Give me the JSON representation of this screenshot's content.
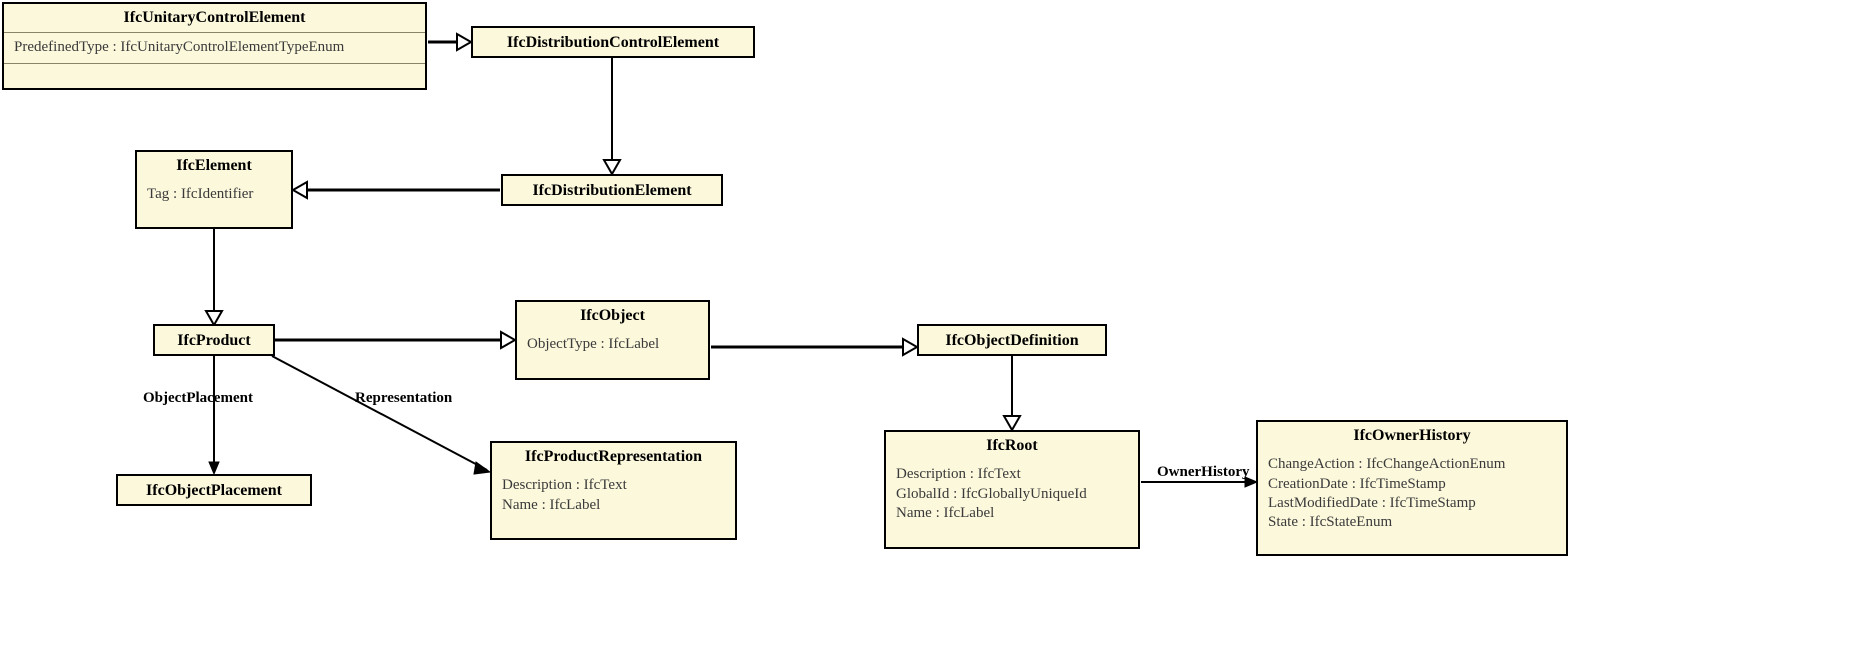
{
  "diagram": {
    "type": "uml-class-diagram",
    "title": "IFC Unitary Control Element inheritance hierarchy",
    "palette": {
      "class_fill": "#fcf8dc",
      "class_border": "#000000",
      "compartment_separator": "#8a8468",
      "edge_color": "#000000",
      "background": "#ffffff",
      "attribute_text": "#3a3a3a"
    },
    "classes": [
      {
        "id": "IfcUnitaryControlElement",
        "name": "IfcUnitaryControlElement",
        "attributes": [
          "PredefinedType : IfcUnitaryControlElementTypeEnum"
        ],
        "has_operations_compartment": true
      },
      {
        "id": "IfcDistributionControlElement",
        "name": "IfcDistributionControlElement",
        "attributes": [],
        "has_operations_compartment": false
      },
      {
        "id": "IfcDistributionElement",
        "name": "IfcDistributionElement",
        "attributes": [],
        "has_operations_compartment": false
      },
      {
        "id": "IfcElement",
        "name": "IfcElement",
        "attributes": [
          "Tag : IfcIdentifier"
        ],
        "has_operations_compartment": true
      },
      {
        "id": "IfcProduct",
        "name": "IfcProduct",
        "attributes": [],
        "has_operations_compartment": false
      },
      {
        "id": "IfcObject",
        "name": "IfcObject",
        "attributes": [
          "ObjectType : IfcLabel"
        ],
        "has_operations_compartment": true
      },
      {
        "id": "IfcObjectDefinition",
        "name": "IfcObjectDefinition",
        "attributes": [],
        "has_operations_compartment": false
      },
      {
        "id": "IfcObjectPlacement",
        "name": "IfcObjectPlacement",
        "attributes": [],
        "has_operations_compartment": false
      },
      {
        "id": "IfcProductRepresentation",
        "name": "IfcProductRepresentation",
        "attributes": [
          "Description : IfcText",
          "Name : IfcLabel"
        ],
        "has_operations_compartment": true
      },
      {
        "id": "IfcRoot",
        "name": "IfcRoot",
        "attributes": [
          "Description : IfcText",
          "GlobalId : IfcGloballyUniqueId",
          "Name : IfcLabel"
        ],
        "has_operations_compartment": true
      },
      {
        "id": "IfcOwnerHistory",
        "name": "IfcOwnerHistory",
        "attributes": [
          "ChangeAction : IfcChangeActionEnum",
          "CreationDate : IfcTimeStamp",
          "LastModifiedDate : IfcTimeStamp",
          "State : IfcStateEnum"
        ],
        "has_operations_compartment": true
      }
    ],
    "relationships": [
      {
        "id": "rel-unitary-to-distctrl",
        "from": "IfcUnitaryControlElement",
        "to": "IfcDistributionControlElement",
        "kind": "generalization",
        "label": ""
      },
      {
        "id": "rel-distctrl-to-distelem",
        "from": "IfcDistributionControlElement",
        "to": "IfcDistributionElement",
        "kind": "generalization",
        "label": ""
      },
      {
        "id": "rel-distelem-to-element",
        "from": "IfcDistributionElement",
        "to": "IfcElement",
        "kind": "generalization",
        "label": ""
      },
      {
        "id": "rel-element-to-product",
        "from": "IfcElement",
        "to": "IfcProduct",
        "kind": "generalization",
        "label": ""
      },
      {
        "id": "rel-product-to-object",
        "from": "IfcProduct",
        "to": "IfcObject",
        "kind": "generalization",
        "label": ""
      },
      {
        "id": "rel-object-to-objectdef",
        "from": "IfcObject",
        "to": "IfcObjectDefinition",
        "kind": "generalization",
        "label": ""
      },
      {
        "id": "rel-objectdef-to-root",
        "from": "IfcObjectDefinition",
        "to": "IfcRoot",
        "kind": "generalization",
        "label": ""
      },
      {
        "id": "rel-product-objectplacement",
        "from": "IfcProduct",
        "to": "IfcObjectPlacement",
        "kind": "association",
        "label": "ObjectPlacement"
      },
      {
        "id": "rel-product-representation",
        "from": "IfcProduct",
        "to": "IfcProductRepresentation",
        "kind": "association",
        "label": "Representation"
      },
      {
        "id": "rel-root-ownerhistory",
        "from": "IfcRoot",
        "to": "IfcOwnerHistory",
        "kind": "association",
        "label": "OwnerHistory"
      }
    ]
  }
}
